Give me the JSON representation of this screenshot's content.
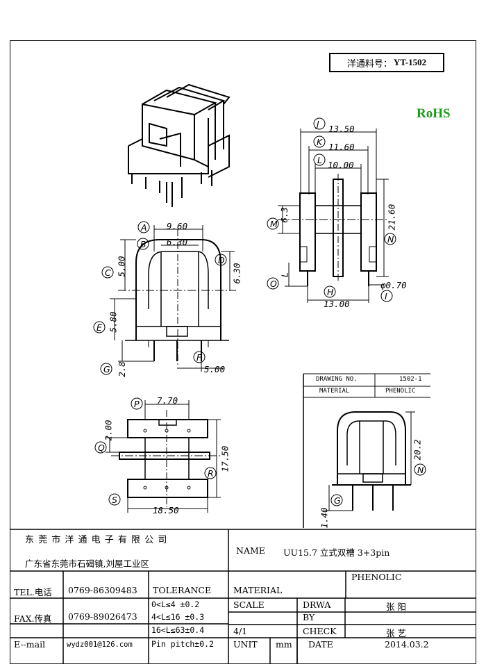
{
  "part_number": {
    "label": "洋通料号：",
    "value": "YT-1502"
  },
  "rohs": "RoHS",
  "side_view": {
    "bubbles": [
      "J",
      "K",
      "L",
      "M",
      "N",
      "O",
      "H",
      "I"
    ],
    "dims": {
      "j": "13.50",
      "k": "11.60",
      "l": "10.00",
      "m": "6.3",
      "n": "21.60",
      "o": "L",
      "h": "13.00",
      "i": "φ0.70"
    }
  },
  "front_view": {
    "bubbles": [
      "A",
      "B",
      "C",
      "D",
      "E",
      "G",
      "F"
    ],
    "dims": {
      "a": "9.60",
      "b": "6.30",
      "c": "5.00",
      "d": "6.30",
      "e": "5.80",
      "g": "2.8",
      "f": "5.00"
    }
  },
  "bottom_view": {
    "bubbles": [
      "P",
      "Q",
      "R",
      "S"
    ],
    "dims": {
      "p": "7.70",
      "q": "2.00",
      "r": "17.50",
      "s": "18.50"
    }
  },
  "inset": {
    "drawing_no_label": "DRAWING NO.",
    "drawing_no_value": "1502-1",
    "material_label": "MATERIAL",
    "material_value": "PHENOLIC",
    "bubbles": [
      "N",
      "G"
    ],
    "dims": {
      "n": "20.2",
      "g": "1.40"
    }
  },
  "title_block": {
    "company": "东 莞 市 洋 通 电 子 有 限 公 司",
    "address": "广东省东莞市石碣镇,刘屋工业区",
    "name_label": "NAME",
    "name_value": "UU15.7 立式双槽 3+3pin",
    "tel_label": "TEL.电话",
    "tel_value": "0769-86309483",
    "fax_label": "FAX.传真",
    "fax_value": "0769-89026473",
    "email_label": "E--mail",
    "email_value": "wydz001@126.com",
    "tolerance_label": "TOLERANCE",
    "tolerance_lines": [
      "0<L≤4  ±0.2",
      "4<L≤16 ±0.3",
      "16<L≤63±0.4",
      "Pin pitch±0.2"
    ],
    "material_label": "MATERIAL",
    "material_value": "PHENOLIC",
    "scale_label": "SCALE",
    "scale_value": "4/1",
    "drawn_label_1": "DRWA",
    "drawn_label_2": "BY",
    "drawn_value": "张 阳",
    "check_label": "CHECK",
    "check_value": "张 艺",
    "unit_label": "UNIT",
    "unit_value": "mm",
    "date_label": "DATE",
    "date_value": "2014.03.2"
  }
}
